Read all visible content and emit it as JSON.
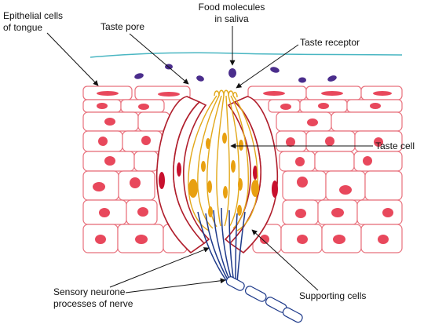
{
  "labels": {
    "epithelial_1": "Epithelial cells",
    "epithelial_2": "of tongue",
    "taste_pore": "Taste pore",
    "food_1": "Food molecules",
    "food_2": "in saliva",
    "taste_receptor": "Taste receptor",
    "taste_cell": "Taste cell",
    "sensory_1": "Sensory neurone",
    "sensory_2": "processes of nerve",
    "supporting": "Supporting cells"
  },
  "colors": {
    "epithelium_outline": "#e8707c",
    "nucleus": "#e8485c",
    "supporting_outline": "#b01e2c",
    "supporting_nucleus": "#c8102e",
    "taste_cell_outline": "#e2a81a",
    "taste_cell_nucleus": "#e8a010",
    "nerve": "#1e3a8a",
    "saliva_line": "#49b6c2",
    "food_molecule": "#4a2d8c"
  }
}
